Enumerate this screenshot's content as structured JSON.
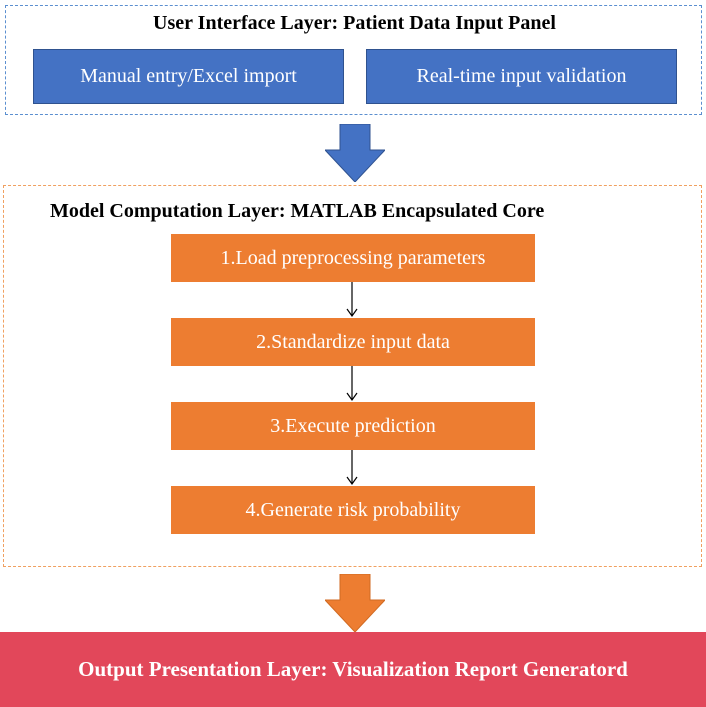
{
  "ui_layer": {
    "title": "User Interface Layer: Patient Data Input Panel",
    "manual_entry_label": "Manual entry/Excel import",
    "validation_label": "Real-time input validation",
    "border_color": "#5b8fd0",
    "button_color": "#4472c4"
  },
  "model_layer": {
    "title": "Model Computation Layer: MATLAB Encapsulated Core",
    "border_color": "#f0a060",
    "step_color": "#ed7d31",
    "steps": [
      {
        "label": "1.Load preprocessing parameters"
      },
      {
        "label": "2.Standardize input data"
      },
      {
        "label": "3.Execute prediction"
      },
      {
        "label": "4.Generate risk probability"
      }
    ]
  },
  "output_layer": {
    "title": "Output Presentation Layer: Visualization Report Generatord",
    "color": "#e2475a"
  },
  "arrows": {
    "ui_to_model_color": "#4472c4",
    "model_to_output_color": "#ed7d31",
    "step_arrow_color": "#000000"
  }
}
